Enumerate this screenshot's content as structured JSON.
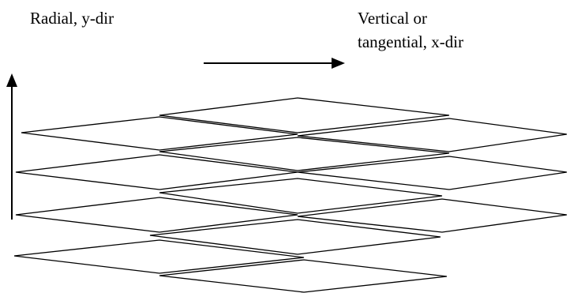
{
  "labels": {
    "radial": "Radial, y-dir",
    "vertical_line1": "Vertical or",
    "vertical_line2": "tangential, x-dir"
  },
  "colors": {
    "stroke": "#000000",
    "background": "#ffffff"
  },
  "icons": {
    "horizontal_arrow": "arrow-right-icon",
    "vertical_arrow": "arrow-up-icon"
  }
}
